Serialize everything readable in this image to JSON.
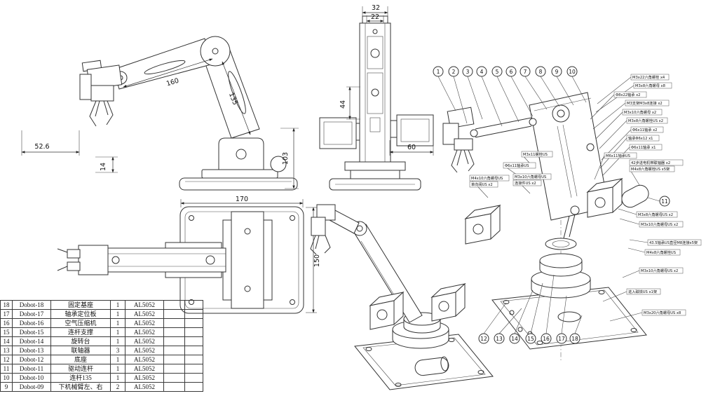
{
  "sheet": {
    "background": "#ffffff",
    "line_color": "#333333"
  },
  "bom": {
    "rows": [
      {
        "no": "18",
        "part": "Dobot-18",
        "name": "固定基座",
        "qty": "1",
        "material": "AL5052"
      },
      {
        "no": "17",
        "part": "Dobot-17",
        "name": "轴承定位板",
        "qty": "1",
        "material": "AL5052"
      },
      {
        "no": "16",
        "part": "Dobot-16",
        "name": "空气压缩机",
        "qty": "1",
        "material": "AL5052"
      },
      {
        "no": "15",
        "part": "Dobot-15",
        "name": "连杆支撑",
        "qty": "1",
        "material": "AL5052"
      },
      {
        "no": "14",
        "part": "Dobot-14",
        "name": "旋转台",
        "qty": "1",
        "material": "AL5052"
      },
      {
        "no": "13",
        "part": "Dobot-13",
        "name": "联轴器",
        "qty": "3",
        "material": "AL5052"
      },
      {
        "no": "12",
        "part": "Dobot-12",
        "name": "底座",
        "qty": "1",
        "material": "AL5052"
      },
      {
        "no": "11",
        "part": "Dobot-11",
        "name": "驱动连杆",
        "qty": "1",
        "material": "AL5052"
      },
      {
        "no": "10",
        "part": "Dobot-10",
        "name": "连杆135",
        "qty": "1",
        "material": "AL5052"
      },
      {
        "no": "9",
        "part": "Dobot-09",
        "name": "下机械臂左、右",
        "qty": "2",
        "material": "AL5052"
      }
    ]
  },
  "dimensions": {
    "side": [
      "160",
      "135",
      "52.6",
      "14",
      "103"
    ],
    "front": [
      "32",
      "22",
      "44",
      "60"
    ],
    "top": [
      "170",
      "150"
    ]
  },
  "balloons": [
    "1",
    "2",
    "3",
    "4",
    "5",
    "6",
    "7",
    "8",
    "9",
    "10",
    "11",
    "12",
    "13",
    "14",
    "15",
    "16",
    "17",
    "18"
  ],
  "callouts": [
    {
      "text": "M3x22六角螺栓 x4"
    },
    {
      "text": "M3x8六角螺母 x8"
    },
    {
      "text": "Φ8x22轴承 x2"
    },
    {
      "text": "M3支架M3x8连接 x2"
    },
    {
      "text": "M3x10六角螺母 x2"
    },
    {
      "text": "M3x8六角螺栓US x2"
    },
    {
      "text": "Φ6x11轴承 x2"
    },
    {
      "text": "轴承Φ6x12 x1"
    },
    {
      "text": "Φ6x11轴承 x1"
    },
    {
      "text": "M6x11轴承US"
    },
    {
      "text": "42步进电机带联轴器 x2"
    },
    {
      "text": "M4x8六角螺栓US x5架"
    },
    {
      "text": "M3x11螺栓US"
    },
    {
      "text": "Φ6x11轴承US"
    },
    {
      "text": "M3x10六角螺母US"
    },
    {
      "text": "连接件US x2"
    },
    {
      "text": "M4x10六角螺母US"
    },
    {
      "text": "单向阀US x2"
    },
    {
      "text": "M3x8六角螺母US x2"
    },
    {
      "text": "M3x10六角螺母US x2"
    },
    {
      "text": "43.5轴承US直径M8连接x5架"
    },
    {
      "text": "M4x8六角螺栓US"
    },
    {
      "text": "M3x10六角螺母US x2"
    },
    {
      "text": "进入磁铁US x1架"
    },
    {
      "text": "M3x20六角螺母US x8"
    }
  ]
}
